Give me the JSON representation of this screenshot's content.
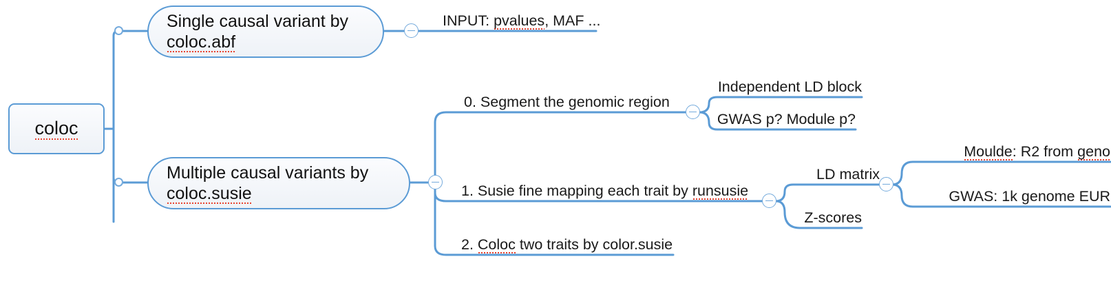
{
  "diagram": {
    "title": "coloc",
    "type": "mind-map",
    "theme": {
      "line_color": "#5b9bd5",
      "node_border": "#5b9bd5",
      "node_fill": "#eef2f7",
      "text_color": "#111111",
      "spellcheck_underline": "#e8412e"
    }
  },
  "root": {
    "label": "coloc",
    "misspelled": true
  },
  "branches": [
    {
      "id": "abf",
      "label_line1": "Single causal variant by",
      "label_line2": "coloc.abf",
      "toggle": "minus",
      "children": [
        {
          "id": "abf-input",
          "label": "INPUT: pvalues, MAF ..."
        }
      ]
    },
    {
      "id": "susie",
      "label_line1": "Multiple causal variants by",
      "label_line2": "coloc.susie",
      "toggle": "minus",
      "children": [
        {
          "id": "step0",
          "label": "0. Segment the genomic region",
          "toggle": "minus",
          "children": [
            {
              "id": "ld-block",
              "label": "Independent LD block"
            },
            {
              "id": "gwas-module-p",
              "label": "GWAS p? Module p?"
            }
          ]
        },
        {
          "id": "step1",
          "label": "1. Susie fine mapping each trait by runsusie",
          "toggle": "minus",
          "children": [
            {
              "id": "ld-matrix",
              "label": "LD matrix",
              "toggle": "minus",
              "children": [
                {
                  "id": "moulde-r2",
                  "label": "Moulde: R2 from geno"
                },
                {
                  "id": "gwas-1k",
                  "label": "GWAS: 1k genome EUR"
                }
              ]
            },
            {
              "id": "z-scores",
              "label": "Z-scores"
            }
          ]
        },
        {
          "id": "step2",
          "label": "2. Coloc two traits by color.susie"
        }
      ]
    }
  ],
  "toggles": {
    "minus_symbol": "−",
    "collapse_label": "collapse"
  }
}
